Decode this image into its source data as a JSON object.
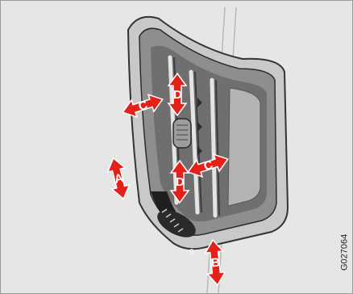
{
  "figure": {
    "reference_code": "G027064",
    "arrows": [
      {
        "label": "A"
      },
      {
        "label": "B"
      },
      {
        "label": "C"
      },
      {
        "label": "D"
      },
      {
        "label": "D"
      },
      {
        "label": "C"
      }
    ],
    "wheel_marks": {
      "top": "",
      "bottom": "0"
    }
  }
}
